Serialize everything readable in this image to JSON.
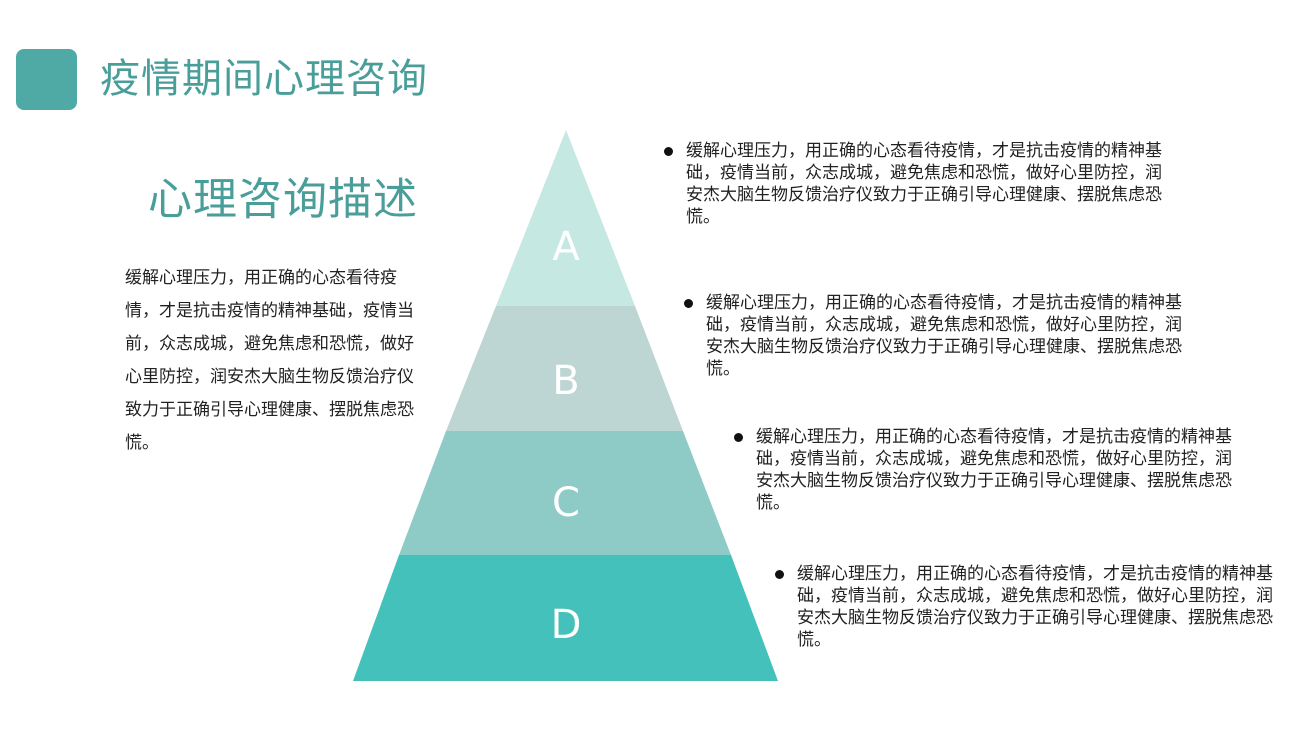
{
  "header": {
    "title": "疫情期间心理咨询"
  },
  "section": {
    "title": "心理咨询描述",
    "description": "缓解心理压力，用正确的心态看待疫情，才是抗击疫情的精神基础，疫情当前，众志成城，避免焦虑和恐慌，做好心里防控，润安杰大脑生物反馈治疗仪致力于正确引导心理健康、摆脱焦虑恐慌。"
  },
  "pyramid": {
    "levels": [
      {
        "letter": "A",
        "color": "#c5e8e3"
      },
      {
        "letter": "B",
        "color": "#bdd6d3"
      },
      {
        "letter": "C",
        "color": "#8ecbc7"
      },
      {
        "letter": "D",
        "color": "#44c1bb"
      }
    ]
  },
  "bullets": [
    "缓解心理压力，用正确的心态看待疫情，才是抗击疫情的精神基础，疫情当前，众志成城，避免焦虑和恐慌，做好心里防控，润安杰大脑生物反馈治疗仪致力于正确引导心理健康、摆脱焦虑恐慌。",
    "缓解心理压力，用正确的心态看待疫情，才是抗击疫情的精神基础，疫情当前，众志成城，避免焦虑和恐慌，做好心里防控，润安杰大脑生物反馈治疗仪致力于正确引导心理健康、摆脱焦虑恐慌。",
    "缓解心理压力，用正确的心态看待疫情，才是抗击疫情的精神基础，疫情当前，众志成城，避免焦虑和恐慌，做好心里防控，润安杰大脑生物反馈治疗仪致力于正确引导心理健康、摆脱焦虑恐慌。",
    "缓解心理压力，用正确的心态看待疫情，才是抗击疫情的精神基础，疫情当前，众志成城，避免焦虑和恐慌，做好心里防控，润安杰大脑生物反馈治疗仪致力于正确引导心理健康、摆脱焦虑恐慌。"
  ]
}
